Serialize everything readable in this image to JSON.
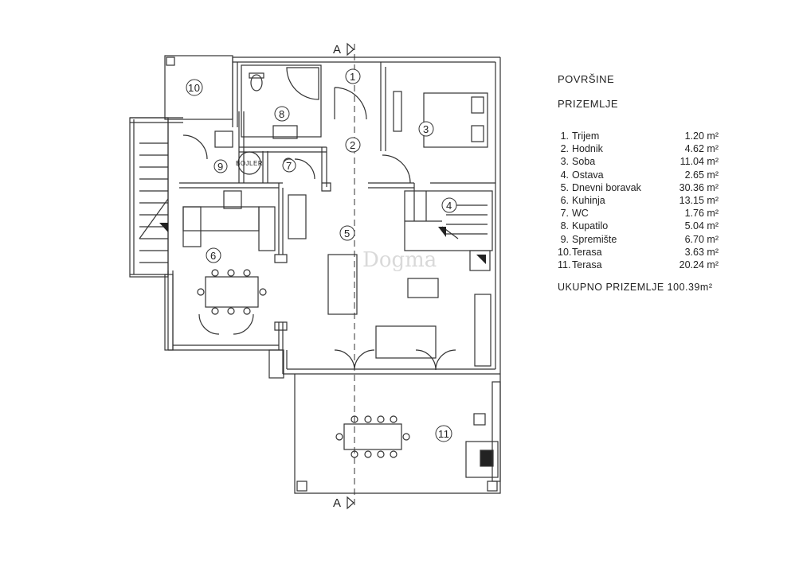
{
  "legend": {
    "title": "POVRŠINE",
    "floor": "PRIZEMLJE",
    "rooms": [
      {
        "num": "1.",
        "name": "Trijem",
        "area": "1.20 m²"
      },
      {
        "num": "2.",
        "name": "Hodnik",
        "area": "4.62 m²"
      },
      {
        "num": "3.",
        "name": "Soba",
        "area": "11.04 m²"
      },
      {
        "num": "4.",
        "name": "Ostava",
        "area": "2.65 m²"
      },
      {
        "num": "5.",
        "name": "Dnevni  boravak",
        "area": "30.36 m²"
      },
      {
        "num": "6.",
        "name": "Kuhinja",
        "area": "13.15 m²"
      },
      {
        "num": "7.",
        "name": "WC",
        "area": "1.76 m²"
      },
      {
        "num": "8.",
        "name": "Kupatilo",
        "area": "5.04 m²"
      },
      {
        "num": "9.",
        "name": "Spremište",
        "area": "6.70 m²"
      },
      {
        "num": "10.",
        "name": "Terasa",
        "area": "3.63 m²"
      },
      {
        "num": "11.",
        "name": "Terasa",
        "area": "20.24 m²"
      }
    ],
    "total": "UKUPNO  PRIZEMLJE 100.39m²"
  },
  "plan": {
    "section_marker": "A",
    "boiler_label": "BOJLER",
    "room_tags": [
      "1",
      "2",
      "3",
      "4",
      "5",
      "6",
      "7",
      "8",
      "9",
      "10",
      "11"
    ],
    "watermark": "Dogma"
  }
}
